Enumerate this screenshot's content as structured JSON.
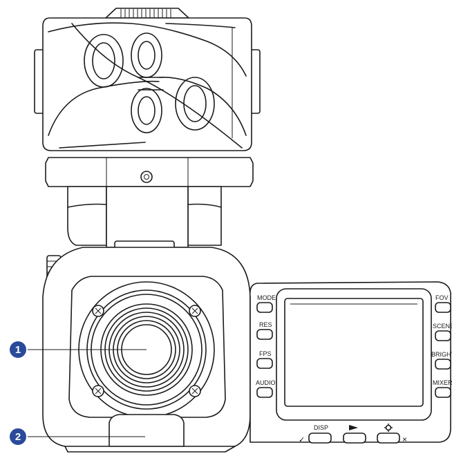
{
  "colors": {
    "line": "#1a1a1a",
    "callout": "#2a4a9a",
    "background": "#ffffff"
  },
  "callouts": [
    {
      "number": "1"
    },
    {
      "number": "2"
    }
  ],
  "side_buttons_left": [
    "MODE",
    "RES",
    "FPS",
    "AUDIO"
  ],
  "side_buttons_right": [
    "FOV",
    "SCENE",
    "BRIGHT",
    "MIXER"
  ],
  "bottom_buttons": {
    "disp": "DISP",
    "play_icon": "play-icon",
    "settings_icon": "gear-icon",
    "check_mark": "✓",
    "cross_mark": "×"
  }
}
